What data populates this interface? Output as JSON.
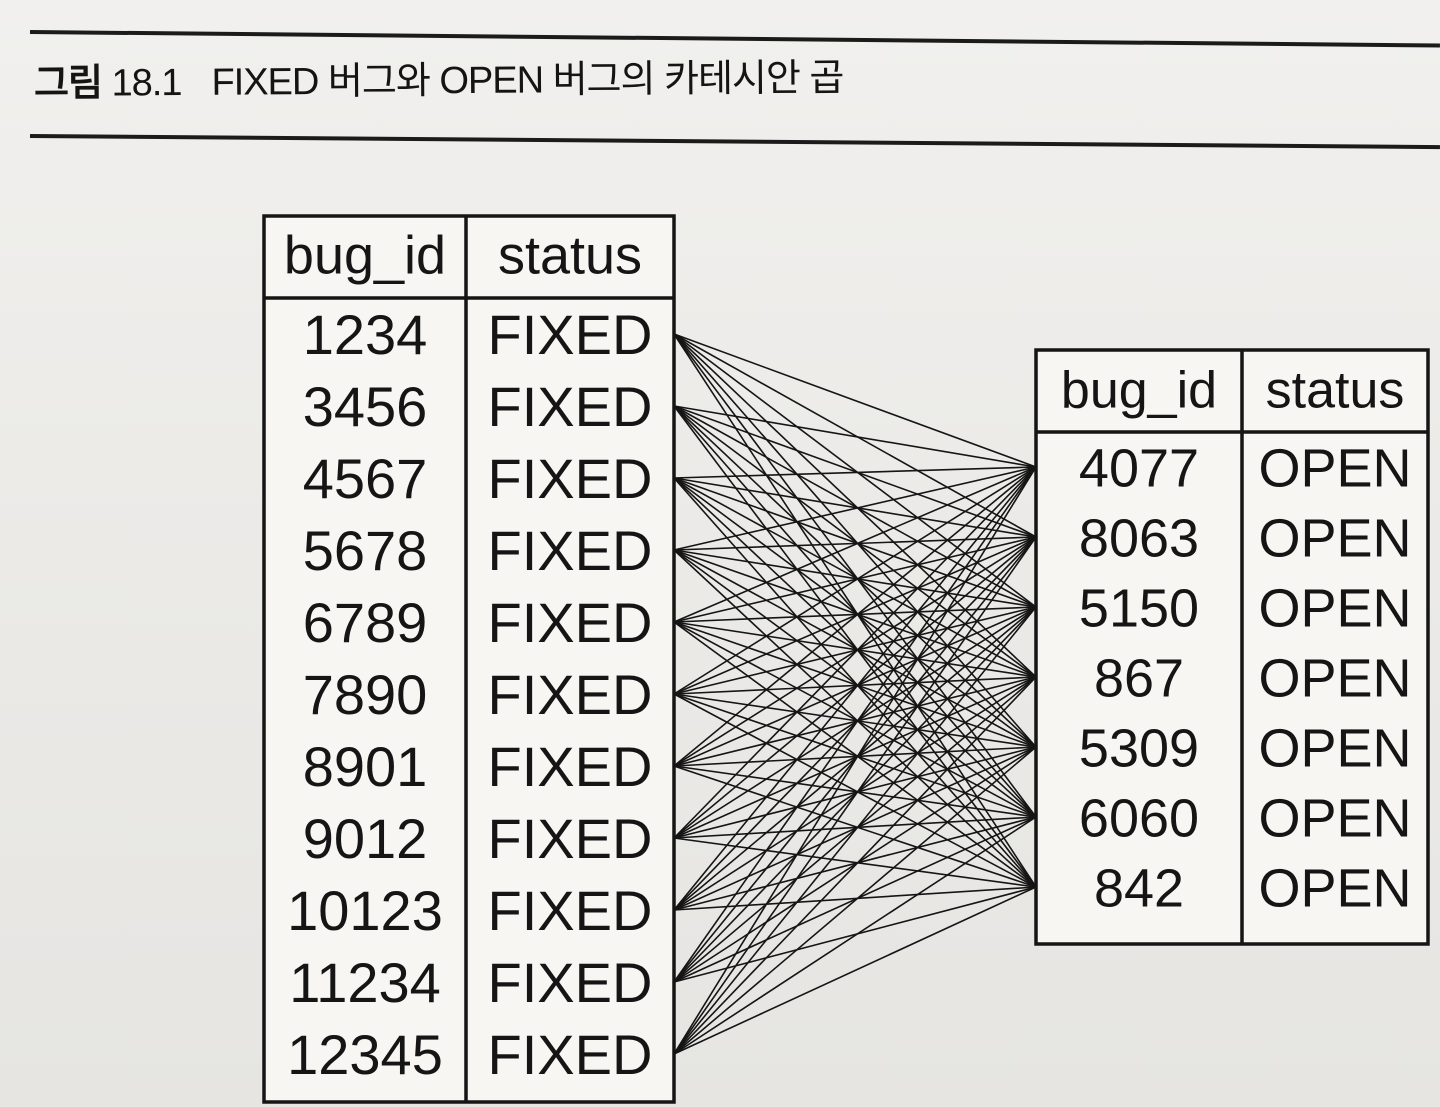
{
  "caption": {
    "label": "그림",
    "number": "18.1",
    "title": "FIXED 버그와 OPEN 버그의 카테시안 곱"
  },
  "tables": {
    "left": {
      "headers": [
        "bug_id",
        "status"
      ],
      "rows": [
        [
          "1234",
          "FIXED"
        ],
        [
          "3456",
          "FIXED"
        ],
        [
          "4567",
          "FIXED"
        ],
        [
          "5678",
          "FIXED"
        ],
        [
          "6789",
          "FIXED"
        ],
        [
          "7890",
          "FIXED"
        ],
        [
          "8901",
          "FIXED"
        ],
        [
          "9012",
          "FIXED"
        ],
        [
          "10123",
          "FIXED"
        ],
        [
          "11234",
          "FIXED"
        ],
        [
          "12345",
          "FIXED"
        ]
      ]
    },
    "right": {
      "headers": [
        "bug_id",
        "status"
      ],
      "rows": [
        [
          "4077",
          "OPEN"
        ],
        [
          "8063",
          "OPEN"
        ],
        [
          "5150",
          "OPEN"
        ],
        [
          "867",
          "OPEN"
        ],
        [
          "5309",
          "OPEN"
        ],
        [
          "6060",
          "OPEN"
        ],
        [
          "842",
          "OPEN"
        ]
      ]
    }
  },
  "colors": {
    "ink": "#151515",
    "paper": "#ecebe8"
  }
}
